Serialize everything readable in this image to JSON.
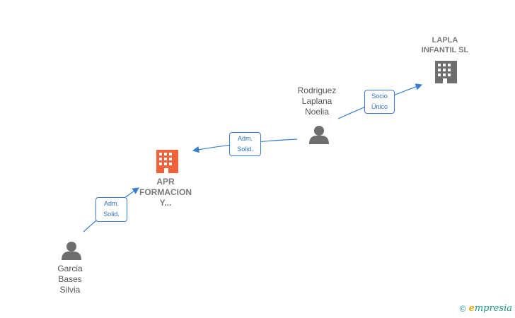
{
  "nodes": {
    "lapla": {
      "label_line1": "LAPLA",
      "label_line2": "INFANTIL SL",
      "type": "company",
      "color": "#6e6e6e"
    },
    "rodriguez": {
      "label_line1": "Rodriguez",
      "label_line2": "Laplana",
      "label_line3": "Noelia",
      "type": "person",
      "color": "#6e6e6e"
    },
    "apr": {
      "label_line1": "APR",
      "label_line2": "FORMACION",
      "label_line3": "Y...",
      "type": "company",
      "color": "#f0633a"
    },
    "garcia": {
      "label_line1": "Garcia",
      "label_line2": "Bases",
      "label_line3": "Silvia",
      "type": "person",
      "color": "#6e6e6e"
    }
  },
  "edges": [
    {
      "from": "rodriguez",
      "to": "lapla",
      "line1": "Socio",
      "line2": "Único"
    },
    {
      "from": "rodriguez",
      "to": "apr",
      "line1": "Adm.",
      "line2": "Solid."
    },
    {
      "from": "garcia",
      "to": "apr",
      "line1": "Adm.",
      "line2": "Solid."
    }
  ],
  "footer": {
    "copyright_symbol": "©",
    "brand_initial": "e",
    "brand_rest": "mpresia"
  },
  "colors": {
    "edge": "#3b7fd4",
    "person": "#6e6e6e",
    "company": "#6e6e6e",
    "highlight_company": "#f0633a"
  }
}
